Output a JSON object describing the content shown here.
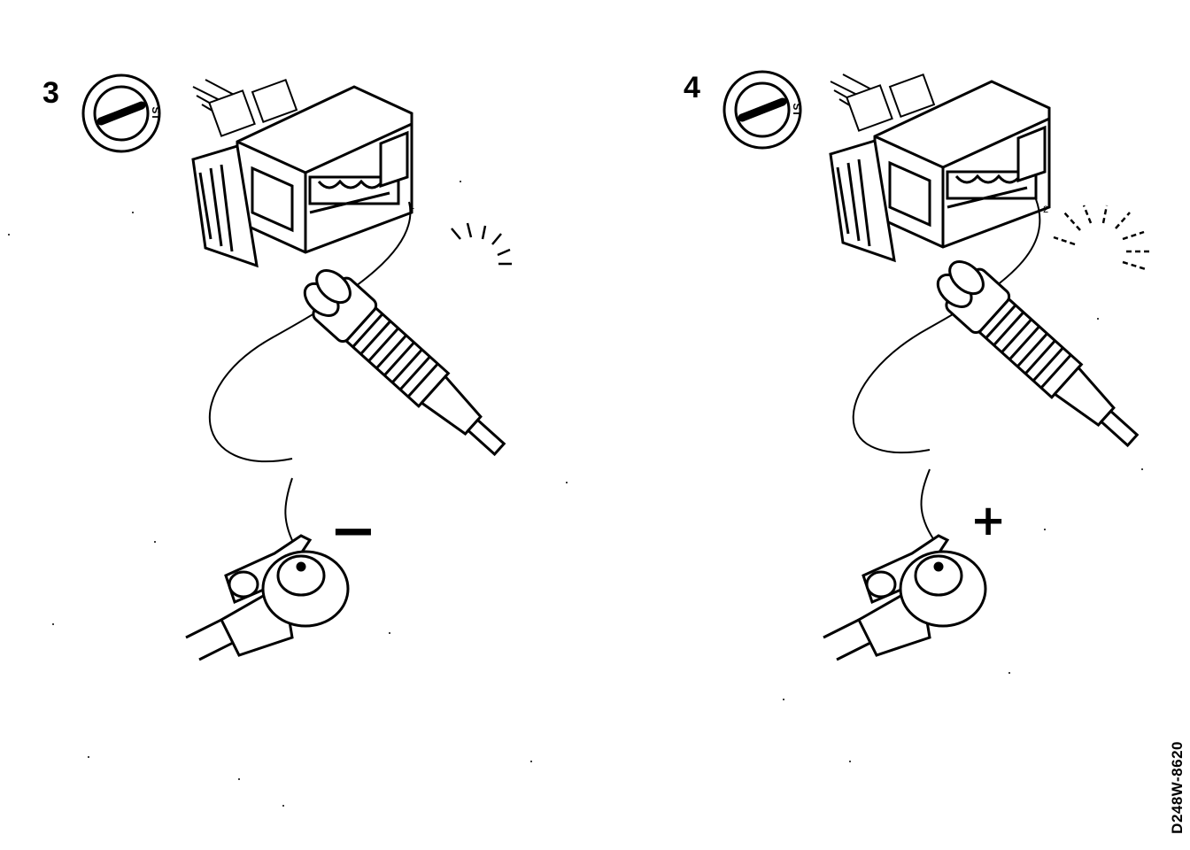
{
  "steps": [
    {
      "number": "3",
      "switch_label": "ST",
      "pin_label": "1",
      "polarity": "−",
      "lamp": "on"
    },
    {
      "number": "4",
      "switch_label": "ST",
      "pin_label": "2",
      "polarity": "+",
      "lamp": "on"
    }
  ],
  "document_code": "D248W-8620",
  "icons": [
    "ignition-switch-icon",
    "connector-icon",
    "test-lamp-icon",
    "battery-terminal-icon"
  ]
}
